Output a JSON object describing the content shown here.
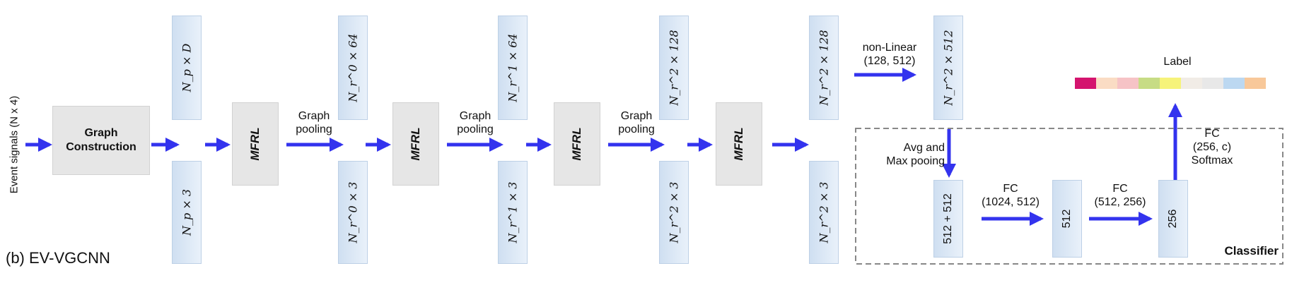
{
  "left_label": "Event signals (N x 4)",
  "caption": "(b) EV-VGCNN",
  "graph_construction": "Graph Construction",
  "mfrl": [
    "MFRL",
    "MFRL",
    "MFRL",
    "MFRL"
  ],
  "pooling_labels": [
    "Graph pooling",
    "Graph pooling",
    "Graph pooling"
  ],
  "features_top": [
    "N_p × D",
    "N_r^0 × 64",
    "N_r^1 × 64",
    "N_r^2 × 128",
    "N_r^2 × 128",
    "N_r^2 × 512"
  ],
  "features_bottom": [
    "N_p × 3",
    "N_r^0 × 3",
    "N_r^1 × 3",
    "N_r^2 × 3",
    "N_r^2 × 3"
  ],
  "nonlinear": {
    "line1": "non-Linear",
    "line2": "(128, 512)"
  },
  "avg_max": {
    "line1": "Avg and",
    "line2": "Max pooing"
  },
  "classifier": {
    "title": "Classifier",
    "boxes": [
      "512 + 512",
      "512",
      "256"
    ],
    "fc1": {
      "line1": "FC",
      "line2": "(1024, 512)"
    },
    "fc2": {
      "line1": "FC",
      "line2": "(512, 256)"
    },
    "fc3": {
      "line1": "FC",
      "line2": "(256, c)",
      "line3": "Softmax"
    }
  },
  "label": {
    "title": "Label",
    "colors": [
      "#d4146e",
      "#fadcc4",
      "#f6c3c6",
      "#c7dc85",
      "#f6f37a",
      "#f1ece6",
      "#e8e8e8",
      "#bcd8f1",
      "#f8c89a"
    ]
  },
  "arrow_color": "#3333ee"
}
